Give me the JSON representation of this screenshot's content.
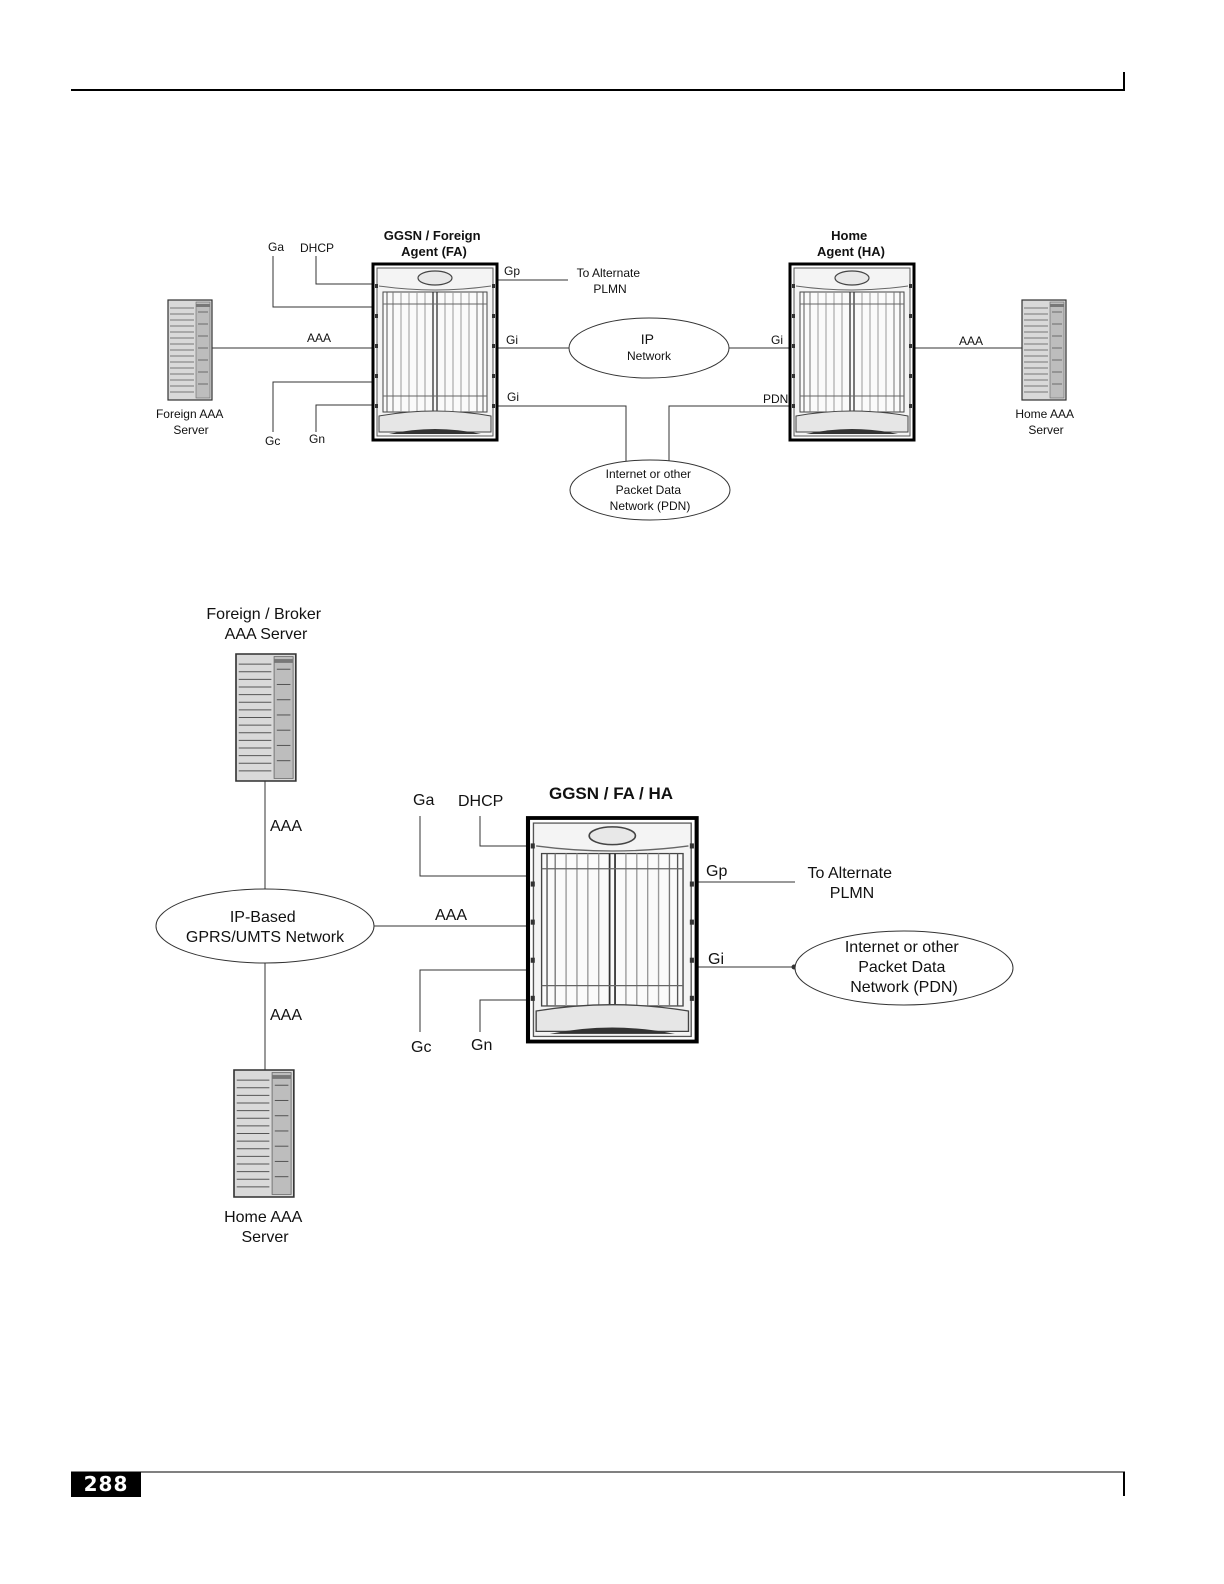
{
  "page": {
    "number": "288"
  },
  "diagram1": {
    "ggsn_fa_title": [
      "GGSN / Foreign",
      "Agent (FA)"
    ],
    "ha_title": [
      "Home",
      "Agent (HA)"
    ],
    "foreign_aaa": [
      "Foreign AAA",
      "Server"
    ],
    "home_aaa": [
      "Home AAA",
      "Server"
    ],
    "ip_network": [
      "IP",
      "Network"
    ],
    "pdn": [
      "Internet or other",
      "Packet Data",
      "Network (PDN)"
    ],
    "alternate_plmn": [
      "To Alternate",
      "PLMN"
    ],
    "interfaces": {
      "ga": "Ga",
      "dhcp": "DHCP",
      "gp": "Gp",
      "aaa_left": "AAA",
      "aaa_right": "AAA",
      "gi_top": "Gi",
      "gi_bottom": "Gi",
      "gi_ha": "Gi",
      "pdn_ha": "PDN",
      "gc": "Gc",
      "gn": "Gn"
    }
  },
  "diagram2": {
    "node_title": "GGSN / FA / HA",
    "broker_aaa": [
      "Foreign / Broker",
      "AAA Server"
    ],
    "home_aaa": [
      "Home AAA",
      "Server"
    ],
    "ip_based_network": [
      "IP-Based",
      "GPRS/UMTS Network"
    ],
    "pdn": [
      "Internet or other",
      "Packet Data",
      "Network (PDN)"
    ],
    "alternate_plmn": [
      "To Alternate",
      "PLMN"
    ],
    "interfaces": {
      "ga": "Ga",
      "dhcp": "DHCP",
      "gp": "Gp",
      "gi": "Gi",
      "aaa_node": "AAA",
      "aaa_top": "AAA",
      "aaa_bottom": "AAA",
      "gc": "Gc",
      "gn": "Gn"
    }
  }
}
